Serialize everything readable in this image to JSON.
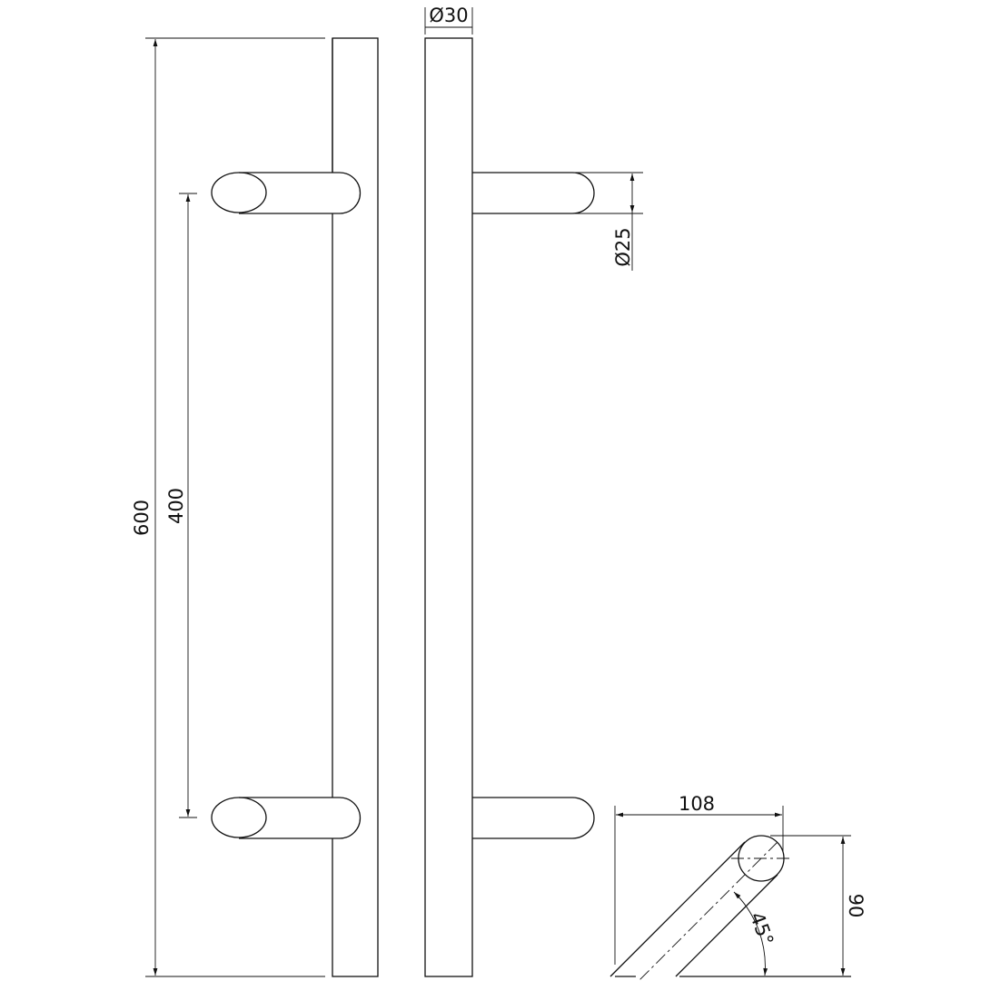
{
  "drawing": {
    "title": "Offset pull handle technical drawing",
    "dimensions": {
      "overall_length": "600",
      "fixing_centres": "400",
      "bar_diameter": "Ø30",
      "standoff_diameter": "Ø25",
      "projection": "108",
      "depth": "90",
      "angle": "45°"
    }
  }
}
